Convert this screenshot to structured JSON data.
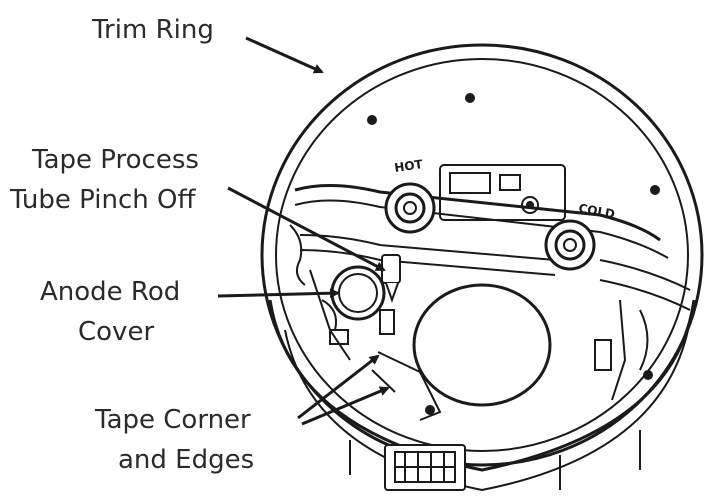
{
  "callouts": {
    "trim_ring": "Trim Ring",
    "tape_process_line1": "Tape Process",
    "tape_process_line2": "Tube Pinch Off",
    "anode_line1": "Anode Rod",
    "anode_line2": "Cover",
    "tape_corner_line1": "Tape Corner",
    "tape_corner_line2": "and Edges"
  },
  "fittings": {
    "hot_label": "HOT",
    "cold_label": "COLD"
  },
  "colors": {
    "line": "#1a1a1a",
    "text": "#2b2b2b",
    "background": "#ffffff"
  }
}
